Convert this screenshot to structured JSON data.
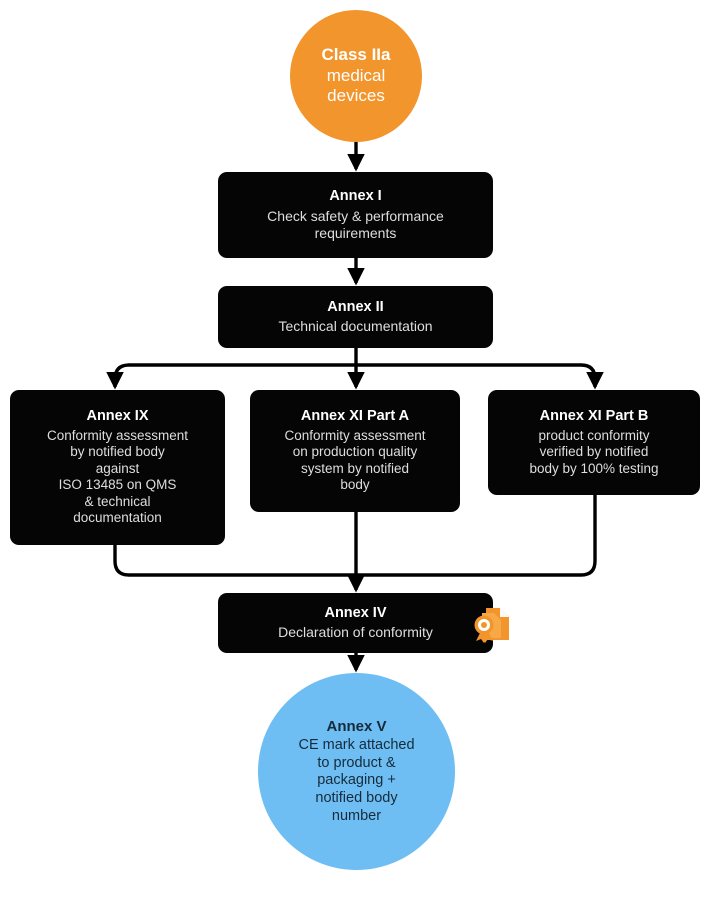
{
  "diagram": {
    "type": "flowchart",
    "title": "Class IIa medical devices conformity assessment route",
    "colors": {
      "start_fill": "#F2952C",
      "end_fill": "#6FBEF3",
      "box_fill": "#050505",
      "box_text": "#e9e9e9",
      "connector": "#000000",
      "icon_accent": "#F2952C",
      "background": "#ffffff"
    },
    "nodes": {
      "start": {
        "id": "class-iia",
        "shape": "circle",
        "title": "Class IIa",
        "lines": [
          "medical",
          "devices"
        ],
        "full_text": "Class IIa medical devices"
      },
      "annex_i": {
        "id": "annex-i",
        "shape": "rounded-rect",
        "title": "Annex I",
        "lines": [
          "Check safety & performance",
          "requirements"
        ],
        "full_text": "Annex I Check safety & performance requirements"
      },
      "annex_ii": {
        "id": "annex-ii",
        "shape": "rounded-rect",
        "title": "Annex II",
        "lines": [
          "Technical documentation"
        ],
        "full_text": "Annex II Technical documentation"
      },
      "annex_ix": {
        "id": "annex-ix",
        "shape": "rounded-rect",
        "title": "Annex IX",
        "lines": [
          "Conformity assessment",
          "by notified body",
          "against",
          "ISO 13485 on QMS",
          "& technical",
          "documentation"
        ],
        "full_text": "Annex IX Conformity assessment by notified body against ISO 13485 on QMS & technical documentation"
      },
      "annex_xi_a": {
        "id": "annex-xi-part-a",
        "shape": "rounded-rect",
        "title": "Annex XI Part A",
        "lines": [
          "Conformity assessment",
          "on production quality",
          "system by notified",
          "body"
        ],
        "full_text": "Annex XI Part A Conformity assessment on production quality system by notified body"
      },
      "annex_xi_b": {
        "id": "annex-xi-part-b",
        "shape": "rounded-rect",
        "title": "Annex XI Part B",
        "lines": [
          "product conformity",
          "verified by notified",
          "body by 100% testing"
        ],
        "full_text": "Annex XI Part B product conformity verified by notified body by 100% testing"
      },
      "annex_iv": {
        "id": "annex-iv",
        "shape": "rounded-rect",
        "title": "Annex IV",
        "lines": [
          "Declaration of conformity"
        ],
        "full_text": "Annex IV Declaration of conformity",
        "icon": "certificate-document-seal-icon"
      },
      "end": {
        "id": "annex-v",
        "shape": "circle",
        "title": "Annex V",
        "lines": [
          "CE mark attached",
          "to product &",
          "packaging +",
          "notified body",
          "number"
        ],
        "full_text": "Annex V CE mark attached to product & packaging + notified body number"
      }
    },
    "edges": [
      {
        "from": "class-iia",
        "to": "annex-i",
        "style": "straight-arrow"
      },
      {
        "from": "annex-i",
        "to": "annex-ii",
        "style": "straight-arrow"
      },
      {
        "from": "annex-ii",
        "to": "annex-ix",
        "style": "elbow-left-arrow"
      },
      {
        "from": "annex-ii",
        "to": "annex-xi-part-a",
        "style": "straight-arrow"
      },
      {
        "from": "annex-ii",
        "to": "annex-xi-part-b",
        "style": "elbow-right-arrow"
      },
      {
        "from": "annex-ix",
        "to": "annex-iv",
        "style": "elbow-merge"
      },
      {
        "from": "annex-xi-part-a",
        "to": "annex-iv",
        "style": "straight-arrow"
      },
      {
        "from": "annex-xi-part-b",
        "to": "annex-iv",
        "style": "elbow-merge"
      },
      {
        "from": "annex-iv",
        "to": "annex-v",
        "style": "straight-arrow"
      }
    ]
  }
}
